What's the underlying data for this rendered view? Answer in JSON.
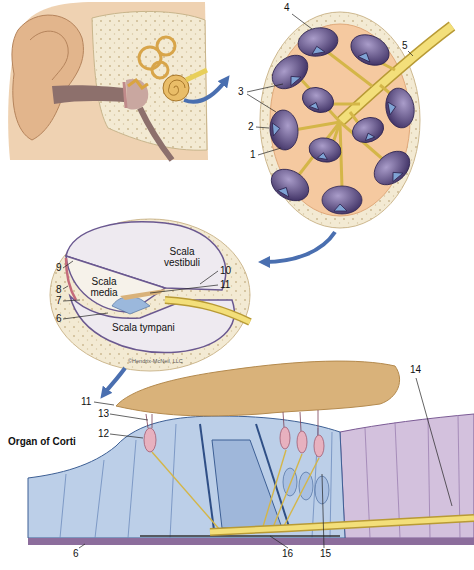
{
  "diagram": {
    "labels": [
      "4",
      "5",
      "3",
      "2",
      "1",
      "Scala vestibuli",
      "9",
      "10",
      "Scala media",
      "8",
      "11",
      "7",
      "6",
      "Scala tympani",
      "©Hendrix-McNeil, LLC",
      "14",
      "11",
      "13",
      "12",
      "Organ of Corti",
      "6",
      "16",
      "15"
    ]
  }
}
